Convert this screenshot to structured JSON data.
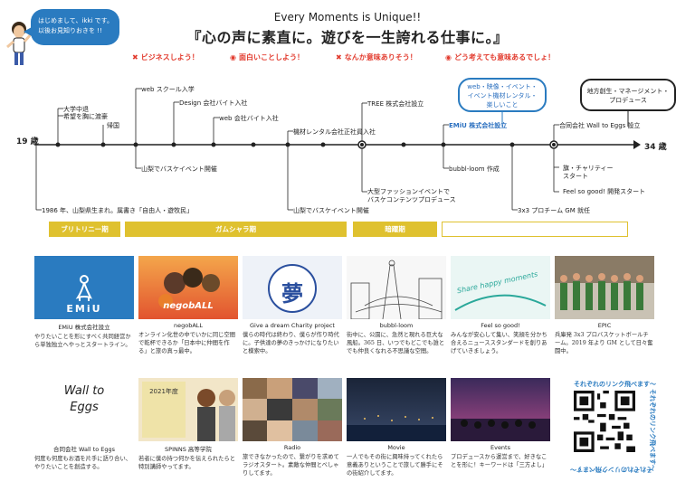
{
  "header": {
    "greeting": [
      "はじめまして、ikki です。",
      "以後お見知りおきを !!"
    ],
    "subtitle": "Every Moments is Unique!!",
    "title": "『心の声に素直に。遊びを一生誇れる仕事に。』"
  },
  "slogans": [
    {
      "mark": "✖",
      "text": "ビジネスしよう！"
    },
    {
      "mark": "◉",
      "text": "面白いことしよう！"
    },
    {
      "mark": "✖",
      "text": "なんか意味ありそう！"
    },
    {
      "mark": "◉",
      "text": "どう考えても意味あるでしょ！"
    }
  ],
  "timeline": {
    "start_label": "19 歳",
    "end_label": "34 歳",
    "above": [
      "大学中退",
      "希望を胸に渡豪",
      "帰国",
      "web スクール入学",
      "Design 会社バイト入社",
      "web 会社バイト入社",
      "機材レンタル会社正社員入社",
      "TREE 株式会社設立",
      "EMiU 株式会社設立",
      "合同会社 Wall to Eggs 設立"
    ],
    "below": [
      "1986 年、山梨県生まれ。属書き「自由人・遊牧民」",
      "山梨でバスケイベント開催",
      "山梨でバスケイベント開催",
      "大型ファッションイベントで",
      "バスケコンテンツプロデュース",
      "bubbl-loom 作成",
      "3x3 プロチーム GM 就任",
      "旗・チャリティー",
      "スタート",
      "Feel so good! 開発スタート"
    ],
    "bubble_blue": [
      "web・映像・イベント・",
      "イベント機材レンタル・",
      "楽しいこと"
    ],
    "bubble_black": [
      "地方創生・マネージメント・",
      "プロデュース"
    ]
  },
  "phases": [
    {
      "label": "ブリトリニー期"
    },
    {
      "label": "ガムシャラ期"
    },
    {
      "label": "暗躍期"
    },
    {
      "label": ""
    }
  ],
  "cards": [
    {
      "title": "EMiU 株式会社設立",
      "desc": "やりたいことを形にすべく共同経営から単独独立へやっとスタートライン。",
      "logo": "EMiU"
    },
    {
      "title": "negobALL",
      "desc": "オンライン化世の中でいかに同じ空間で乾杯できるか「日本中に仲間を作る」と旅の真っ最中。",
      "logo": "negobALL"
    },
    {
      "title": "Give a dream Charity project",
      "desc": "僕らの時代は終わり、僕らが作り時代に。子供達の夢のきっかけになりたいと模索中。",
      "logo": "夢"
    },
    {
      "title": "bubbl-loom",
      "desc": "街中に、公園に、急然と現れる巨大な風船。365 日、いつでもどこでも誰とでも仲良くなれる不思議な空間。",
      "logo": ""
    },
    {
      "title": "Feel so good!",
      "desc": "みんなが安心して集い、笑顔を分かち合えるニューススタンダードを創りあげていきましょう。",
      "logo": "Share happy moments"
    },
    {
      "title": "EPIC",
      "desc": "兵庫発 3x3 プロバスケットボールチーム。2019 年より GM として日々奮闘中。",
      "logo": ""
    },
    {
      "title": "合同会社 Wall to Eggs",
      "desc": "何度も何度もお酒を片手に語り合い、やりたいことを創造する。",
      "logo": "Wall to Eggs"
    },
    {
      "title": "SPINNS 高等学院",
      "desc": "若者に僕の持つ何かを伝えられたらと特別講師やってます。",
      "logo": "2021年度"
    },
    {
      "title": "Radio",
      "desc": "旅できなかったので、繋がりを求めてラジオスタート。素敵な仲間とべしゃりしてます。",
      "logo": ""
    },
    {
      "title": "Movie",
      "desc": "一人でもその街に興味持ってくれたら意義ありということで旅して勝手にその街紹介してます。",
      "logo": ""
    },
    {
      "title": "Events",
      "desc": "プロデュースから運営まで、好きなことを形に！キーワードは「三方よし」",
      "logo": ""
    }
  ],
  "qr": {
    "top": "それぞれのリンク飛べます～",
    "side": "それぞれのリンク飛べます～"
  },
  "colors": {
    "accent_blue": "#2a7bc0",
    "accent_red": "#e23b2e",
    "phase_yellow": "#dfc12f"
  }
}
